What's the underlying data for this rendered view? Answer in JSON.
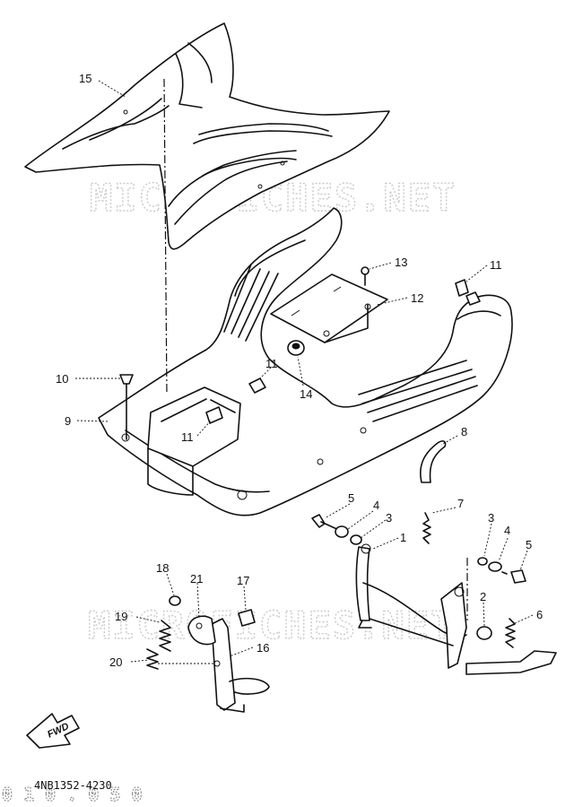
{
  "watermark": "MICROFICHES.NET",
  "diagram_code": "4NB1352-4230",
  "stamp_text": "0 1 0 . 0 5 0",
  "fwd_label": "FWD",
  "callouts": [
    {
      "id": "c15",
      "label": "15"
    },
    {
      "id": "c13",
      "label": "13"
    },
    {
      "id": "c11a",
      "label": "11"
    },
    {
      "id": "c12",
      "label": "12"
    },
    {
      "id": "c10",
      "label": "10"
    },
    {
      "id": "c11b",
      "label": "11"
    },
    {
      "id": "c14",
      "label": "14"
    },
    {
      "id": "c9",
      "label": "9"
    },
    {
      "id": "c11c",
      "label": "11"
    },
    {
      "id": "c8",
      "label": "8"
    },
    {
      "id": "c5a",
      "label": "5"
    },
    {
      "id": "c4a",
      "label": "4"
    },
    {
      "id": "c3a",
      "label": "3"
    },
    {
      "id": "c7",
      "label": "7"
    },
    {
      "id": "c1",
      "label": "1"
    },
    {
      "id": "c3b",
      "label": "3"
    },
    {
      "id": "c4b",
      "label": "4"
    },
    {
      "id": "c5b",
      "label": "5"
    },
    {
      "id": "c18",
      "label": "18"
    },
    {
      "id": "c21",
      "label": "21"
    },
    {
      "id": "c17",
      "label": "17"
    },
    {
      "id": "c2",
      "label": "2"
    },
    {
      "id": "c19",
      "label": "19"
    },
    {
      "id": "c6",
      "label": "6"
    },
    {
      "id": "c16",
      "label": "16"
    },
    {
      "id": "c20",
      "label": "20"
    }
  ]
}
